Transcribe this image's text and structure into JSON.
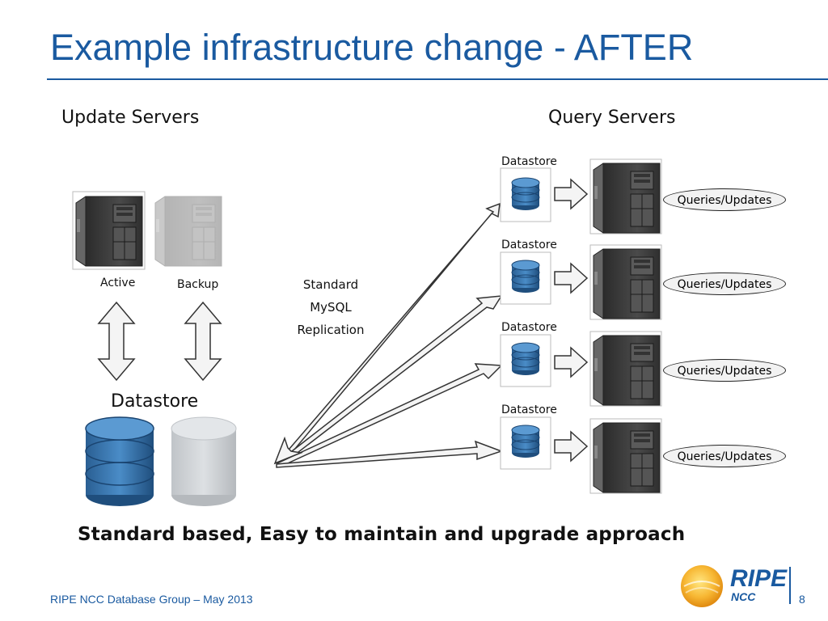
{
  "slide": {
    "title": "Example infrastructure change - AFTER",
    "footer": "RIPE NCC Database Group – May 2013",
    "page_number": "8"
  },
  "logo": {
    "text_main": "RIPE",
    "text_sub": "NCC"
  },
  "diagram": {
    "update_servers_heading": "Update Servers",
    "query_servers_heading": "Query Servers",
    "active_label": "Active",
    "backup_label": "Backup",
    "datastore_main_label": "Datastore",
    "replication_label_line1": "Standard",
    "replication_label_line2": "MySQL",
    "replication_label_line3": "Replication",
    "query_nodes": [
      {
        "datastore_label": "Datastore",
        "pill_label": "Queries/Updates"
      },
      {
        "datastore_label": "Datastore",
        "pill_label": "Queries/Updates"
      },
      {
        "datastore_label": "Datastore",
        "pill_label": "Queries/Updates"
      },
      {
        "datastore_label": "Datastore",
        "pill_label": "Queries/Updates"
      }
    ],
    "bottom_caption": "Standard based, Easy to maintain and upgrade approach"
  },
  "colors": {
    "brand_blue": "#1a5aa0",
    "db_blue": "#2f6fa8",
    "db_gray": "#c8ccd0",
    "server_dark": "#3a3a3a"
  }
}
